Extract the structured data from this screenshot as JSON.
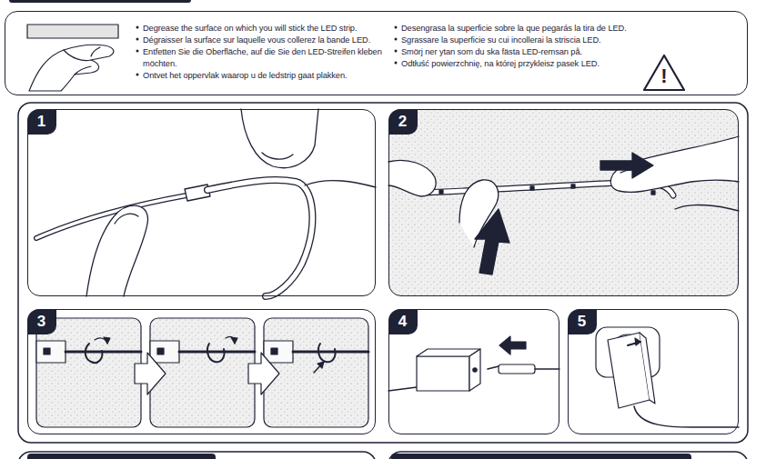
{
  "diagram": {
    "nodes": [
      {
        "text": [
          "Degrease the surface on which you will stick the LED strip.",
          "Dégraisser la surface sur laquelle vous collerez la bande LED.",
          "Entfetten Sie die Oberfläche, auf die Sie den LED-Streifen kleben möchten.",
          "Ontvet het oppervlak waarop u de ledstrip gaat plakken.",
          "Desengrasa la superficie sobre la que pegarás la tira de LED.",
          "Sgrassare la superficie su cui incollerai la striscia LED.",
          "Smörj ner ytan som du ska fästa LED-remsan på.",
          "Odtłuść powierzchnię, na której przykleisz pasek LED."
        ]
      },
      {
        "text": [
          "!"
        ],
        "in": 0
      },
      {
        "text": [
          "1"
        ]
      },
      {
        "text": [
          "2"
        ]
      },
      {
        "text": [
          "3"
        ]
      },
      {
        "text": [
          "4"
        ]
      },
      {
        "text": [
          "5"
        ]
      }
    ]
  }
}
